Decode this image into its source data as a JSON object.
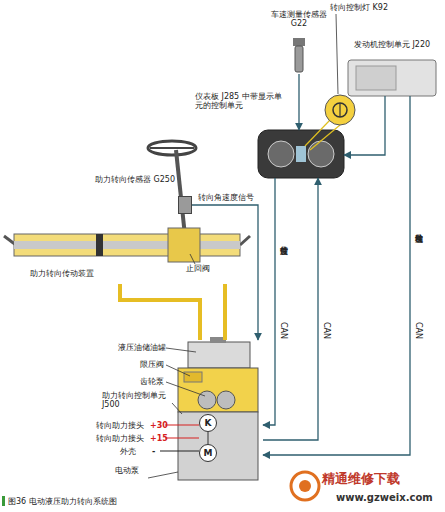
{
  "diagram": {
    "caption": "图36 电动液压助力转向系统图",
    "nodes": [
      {
        "text": [
          "车速测量传感器 G22"
        ]
      },
      {
        "text": [
          "发动机控制单元 J220"
        ]
      },
      {
        "text": [
          "仪表板 J285 中带显示单元的控制单元"
        ]
      },
      {
        "text": [
          "助力转向传感器 G250"
        ]
      },
      {
        "text": [
          "助力转向传动装置"
        ]
      },
      {
        "text": [
          "电动泵"
        ]
      },
      {
        "text": [
          "K"
        ],
        "in": 5
      },
      {
        "text": [
          "M"
        ],
        "in": 5
      }
    ],
    "edges": [
      {
        "from": 0,
        "to": 2,
        "arrow": "to"
      },
      {
        "from": 1,
        "to": 2,
        "arrow": "to"
      },
      {
        "from": 3,
        "to": 5,
        "arrow": "to",
        "label": "转向角速度信号"
      },
      {
        "from": 2,
        "to": 5,
        "arrow": "to",
        "label": "行驶速度信号"
      },
      {
        "from": 5,
        "to": 2,
        "arrow": "to"
      },
      {
        "from": 1,
        "to": 5,
        "arrow": "to",
        "label": "发动机转速信号"
      },
      {
        "from": 5,
        "to": 4,
        "arrow": "none"
      },
      {
        "from": 5,
        "to": 4,
        "arrow": "none"
      }
    ],
    "labels": [
      "转向控制灯 K92",
      "止回阀",
      "CAN",
      "CAN",
      "CAN",
      "液压油储油罐",
      "限压阀",
      "齿轮泵",
      "助力转向控制单元 J500",
      "转向助力接头",
      "+30",
      "转向助力接头",
      "+15",
      "外壳",
      "-",
      "精通维修下载",
      "www.gzweix.com"
    ]
  }
}
